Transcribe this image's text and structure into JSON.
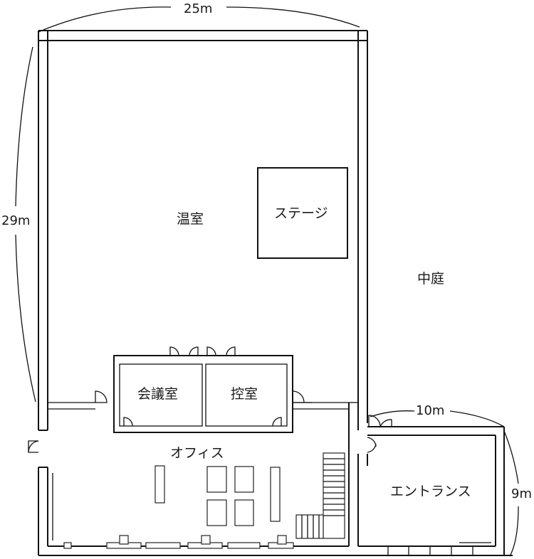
{
  "rooms": {
    "greenhouse": "温室",
    "stage": "ステージ",
    "courtyard": "中庭",
    "meeting_room": "会議室",
    "waiting_room": "控室",
    "office": "オフィス",
    "entrance": "エントランス"
  },
  "dimensions": {
    "greenhouse_width": "25m",
    "greenhouse_depth": "29m",
    "entrance_width": "10m",
    "entrance_depth": "9m"
  }
}
